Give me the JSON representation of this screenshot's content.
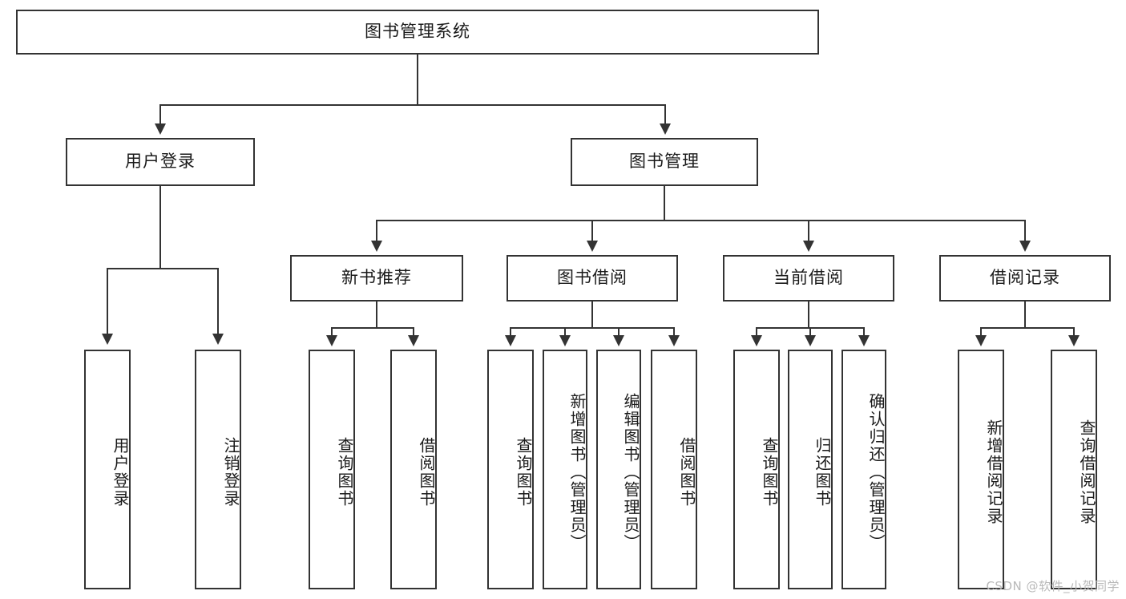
{
  "diagram": {
    "type": "tree-hierarchy-flowchart",
    "title": "图书管理系统功能结构图",
    "orientation": "top-down",
    "levels": 4,
    "root": {
      "id": "root",
      "label": "图书管理系统",
      "text_orientation": "horizontal"
    },
    "level2": [
      {
        "id": "user-login",
        "label": "用户登录",
        "text_orientation": "horizontal"
      },
      {
        "id": "book-manage",
        "label": "图书管理",
        "text_orientation": "horizontal"
      }
    ],
    "level3": [
      {
        "id": "new-book-rec",
        "label": "新书推荐",
        "parent": "book-manage",
        "text_orientation": "horizontal"
      },
      {
        "id": "book-borrow",
        "label": "图书借阅",
        "parent": "book-manage",
        "text_orientation": "horizontal"
      },
      {
        "id": "current-borrow",
        "label": "当前借阅",
        "parent": "book-manage",
        "text_orientation": "horizontal"
      },
      {
        "id": "borrow-record",
        "label": "借阅记录",
        "parent": "book-manage",
        "text_orientation": "horizontal"
      }
    ],
    "leaves": [
      {
        "id": "leaf-user-login",
        "label": "用户登录",
        "parent": "user-login",
        "text_orientation": "vertical"
      },
      {
        "id": "leaf-user-logout",
        "label": "注销登录",
        "parent": "user-login",
        "text_orientation": "vertical"
      },
      {
        "id": "leaf-query-book-1",
        "label": "查询图书",
        "parent": "new-book-rec",
        "text_orientation": "vertical"
      },
      {
        "id": "leaf-borrow-book-1",
        "label": "借阅图书",
        "parent": "new-book-rec",
        "text_orientation": "vertical"
      },
      {
        "id": "leaf-query-book-2",
        "label": "查询图书",
        "parent": "book-borrow",
        "text_orientation": "vertical"
      },
      {
        "id": "leaf-add-book",
        "label": "新增图书（管理员）",
        "parent": "book-borrow",
        "text_orientation": "vertical"
      },
      {
        "id": "leaf-edit-book",
        "label": "编辑图书（管理员）",
        "parent": "book-borrow",
        "text_orientation": "vertical"
      },
      {
        "id": "leaf-borrow-book-2",
        "label": "借阅图书",
        "parent": "book-borrow",
        "text_orientation": "vertical"
      },
      {
        "id": "leaf-query-book-3",
        "label": "查询图书",
        "parent": "current-borrow",
        "text_orientation": "vertical"
      },
      {
        "id": "leaf-return-book",
        "label": "归还图书",
        "parent": "current-borrow",
        "text_orientation": "vertical"
      },
      {
        "id": "leaf-confirm-return",
        "label": "确认归还（管理员）",
        "parent": "current-borrow",
        "text_orientation": "vertical"
      },
      {
        "id": "leaf-add-record",
        "label": "新增借阅记录",
        "parent": "borrow-record",
        "text_orientation": "vertical"
      },
      {
        "id": "leaf-query-record",
        "label": "查询借阅记录",
        "parent": "borrow-record",
        "text_orientation": "vertical"
      }
    ],
    "colors": {
      "stroke": "#333333",
      "fill": "#ffffff",
      "text": "#1a1a1a",
      "watermark": "#b9b9b9",
      "background": "#ffffff"
    }
  },
  "watermark": {
    "text": "CSDN @软件_小贺同学"
  }
}
